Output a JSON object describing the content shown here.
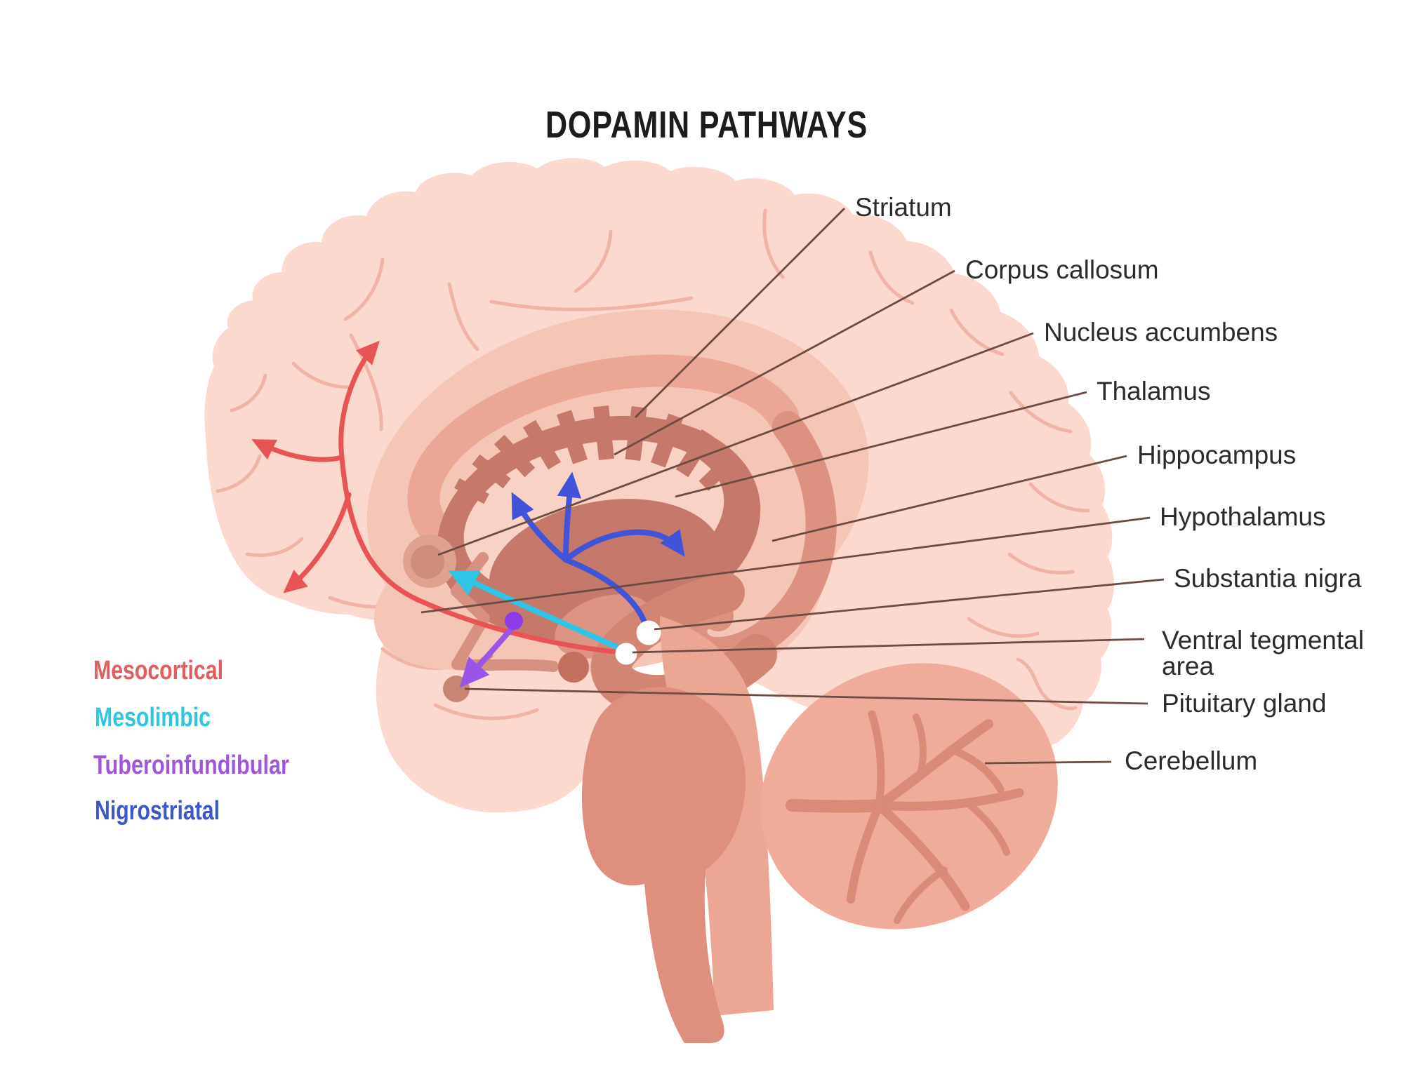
{
  "title": "DOPAMIN PATHWAYS",
  "legend": {
    "items": [
      {
        "label": "Mesocortical",
        "color": "#e15e5e"
      },
      {
        "label": "Mesolimbic",
        "color": "#2ec5e0"
      },
      {
        "label": "Tuberoinfundibular",
        "color": "#a055dd"
      },
      {
        "label": "Nigrostriatal",
        "color": "#3b57c8"
      }
    ]
  },
  "labels": [
    {
      "text": "Striatum"
    },
    {
      "text": "Corpus callosum"
    },
    {
      "text": "Nucleus accumbens"
    },
    {
      "text": "Thalamus"
    },
    {
      "text": "Hippocampus"
    },
    {
      "text": "Hypothalamus"
    },
    {
      "text": "Substantia nigra"
    },
    {
      "text": "Ventral tegmental",
      "line2": "area"
    },
    {
      "text": "Pituitary gland"
    },
    {
      "text": "Cerebellum"
    }
  ],
  "colors": {
    "mesocortical": "#e85456",
    "mesolimbic": "#2fc5e6",
    "tuberoinfundibular": "#9a55e8",
    "tuberoinfundibular_dot": "#8d3ce8",
    "nigrostriatal": "#4053d9",
    "leader_line": "#6e4b42",
    "label_text": "#2d2b2a",
    "title_text": "#1c1c1c",
    "cortex": "#fbd9cf",
    "inner_band": "#f5c5b6",
    "corpus_callosum": "#eba695",
    "ventricle": "#f8d2c4",
    "striatum": "#c6796a",
    "brainstem": "#de8f7d",
    "cerebellum": "#efac9a",
    "pituitary": "#c98573"
  }
}
